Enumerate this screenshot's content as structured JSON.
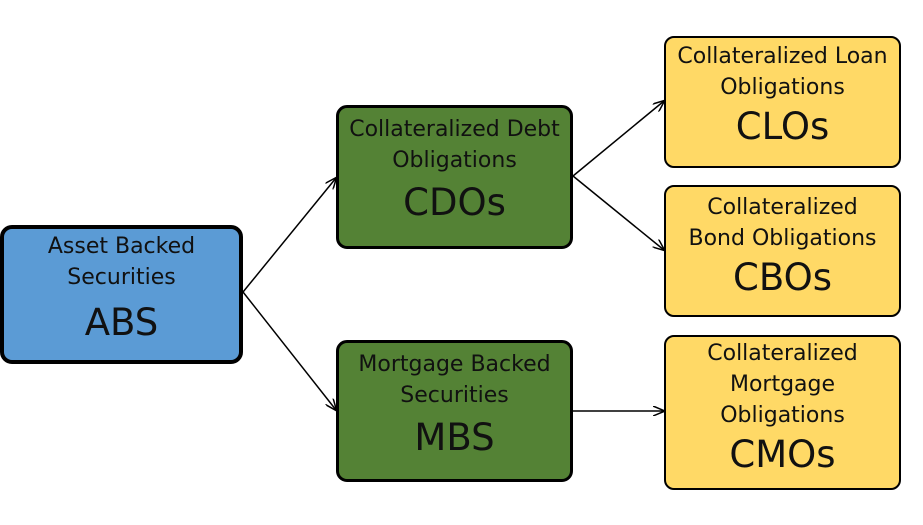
{
  "colors": {
    "root_fill": "#5b9bd5",
    "mid_fill": "#548235",
    "leaf_fill": "#ffd966",
    "border": "#000000",
    "arrow": "#000000"
  },
  "nodes": {
    "abs": {
      "full_name": [
        "Asset Backed",
        "Securities"
      ],
      "abbr": "ABS"
    },
    "cdo": {
      "full_name": [
        "Collateralized Debt",
        "Obligations"
      ],
      "abbr": "CDOs"
    },
    "mbs": {
      "full_name": [
        "Mortgage Backed",
        "Securities"
      ],
      "abbr": "MBS"
    },
    "clo": {
      "full_name": [
        "Collateralized Loan",
        "Obligations"
      ],
      "abbr": "CLOs"
    },
    "cbo": {
      "full_name": [
        "Collateralized",
        "Bond Obligations"
      ],
      "abbr": "CBOs"
    },
    "cmo": {
      "full_name": [
        "Collateralized",
        "Mortgage",
        "Obligations"
      ],
      "abbr": "CMOs"
    }
  },
  "edges": [
    {
      "from": "abs",
      "to": "cdo"
    },
    {
      "from": "abs",
      "to": "mbs"
    },
    {
      "from": "cdo",
      "to": "clo"
    },
    {
      "from": "cdo",
      "to": "cbo"
    },
    {
      "from": "mbs",
      "to": "cmo"
    }
  ]
}
